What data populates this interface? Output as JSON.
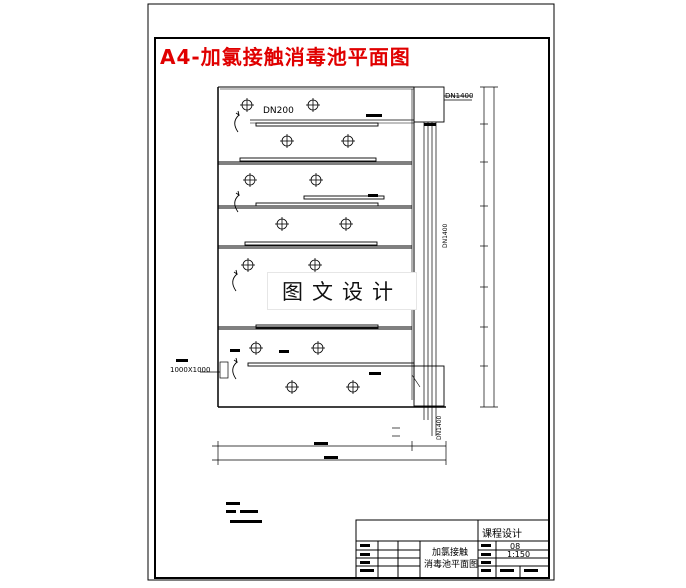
{
  "drawing": {
    "title": "A4-加氯接触消毒池平面图",
    "watermark": "图文设计"
  },
  "labels": {
    "inlet_pipe_top": "DN200",
    "outlet_pipe_top": "DN1400",
    "riser_pipe": "DN1400",
    "outlet_pipe_bottom": "DN1400",
    "inlet_pipe_left": "1000X1000"
  },
  "title_block": {
    "course": "课程设计",
    "drawing_name_1": "加氯接触",
    "drawing_name_2": "消毒池平面图",
    "scale": "1:150",
    "number": "08"
  }
}
